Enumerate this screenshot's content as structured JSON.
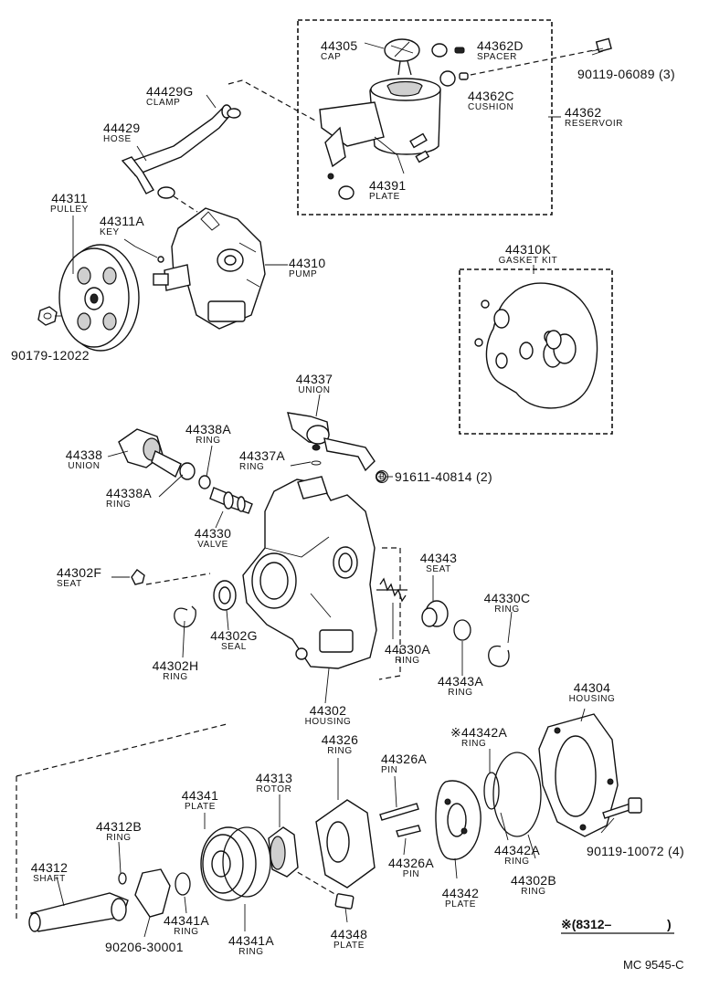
{
  "parts": [
    {
      "id": "44305",
      "num": "44305",
      "name": "CAP"
    },
    {
      "id": "44362D",
      "num": "44362D",
      "name": "SPACER"
    },
    {
      "id": "90119-06089",
      "num": "90119-06089 (3)",
      "name": ""
    },
    {
      "id": "44429G",
      "num": "44429G",
      "name": "CLAMP"
    },
    {
      "id": "44362C",
      "num": "44362C",
      "name": "CUSHION"
    },
    {
      "id": "44362",
      "num": "44362",
      "name": "RESERVOIR"
    },
    {
      "id": "44429",
      "num": "44429",
      "name": "HOSE"
    },
    {
      "id": "44391",
      "num": "44391",
      "name": "PLATE"
    },
    {
      "id": "44311",
      "num": "44311",
      "name": "PULLEY"
    },
    {
      "id": "44311A",
      "num": "44311A",
      "name": "KEY"
    },
    {
      "id": "44310",
      "num": "44310",
      "name": "PUMP"
    },
    {
      "id": "44310K",
      "num": "44310K",
      "name": "GASKET KIT"
    },
    {
      "id": "90179-12022",
      "num": "90179-12022",
      "name": ""
    },
    {
      "id": "44337",
      "num": "44337",
      "name": "UNION"
    },
    {
      "id": "44338A-top",
      "num": "44338A",
      "name": "RING"
    },
    {
      "id": "44338",
      "num": "44338",
      "name": "UNION"
    },
    {
      "id": "44337A",
      "num": "44337A",
      "name": "RING"
    },
    {
      "id": "91611-40814",
      "num": "91611-40814 (2)",
      "name": ""
    },
    {
      "id": "44338A-bot",
      "num": "44338A",
      "name": "RING"
    },
    {
      "id": "44330",
      "num": "44330",
      "name": "VALVE"
    },
    {
      "id": "44302F",
      "num": "44302F",
      "name": "SEAT"
    },
    {
      "id": "44343",
      "num": "44343",
      "name": "SEAT"
    },
    {
      "id": "44330C",
      "num": "44330C",
      "name": "RING"
    },
    {
      "id": "44302G",
      "num": "44302G",
      "name": "SEAL"
    },
    {
      "id": "44302H",
      "num": "44302H",
      "name": "RING"
    },
    {
      "id": "44330A",
      "num": "44330A",
      "name": "RING"
    },
    {
      "id": "44343A",
      "num": "44343A",
      "name": "RING"
    },
    {
      "id": "44302",
      "num": "44302",
      "name": "HOUSING"
    },
    {
      "id": "44304",
      "num": "44304",
      "name": "HOUSING"
    },
    {
      "id": "44326",
      "num": "44326",
      "name": "RING"
    },
    {
      "id": "44342A-top",
      "num": "44342A",
      "name": "RING"
    },
    {
      "id": "44326A-top",
      "num": "44326A",
      "name": "PIN"
    },
    {
      "id": "44313",
      "num": "44313",
      "name": "ROTOR"
    },
    {
      "id": "44341",
      "num": "44341",
      "name": "PLATE"
    },
    {
      "id": "44312B",
      "num": "44312B",
      "name": "RING"
    },
    {
      "id": "90119-10072",
      "num": "90119-10072 (4)",
      "name": ""
    },
    {
      "id": "44342A-bot",
      "num": "44342A",
      "name": "RING"
    },
    {
      "id": "44312",
      "num": "44312",
      "name": "SHAFT"
    },
    {
      "id": "44326A-bot",
      "num": "44326A",
      "name": "PIN"
    },
    {
      "id": "44302B",
      "num": "44302B",
      "name": "RING"
    },
    {
      "id": "44342",
      "num": "44342",
      "name": "PLATE"
    },
    {
      "id": "44341A-left",
      "num": "44341A",
      "name": "RING"
    },
    {
      "id": "44348",
      "num": "44348",
      "name": "PLATE"
    },
    {
      "id": "90206-30001",
      "num": "90206-30001",
      "name": ""
    },
    {
      "id": "44341A-right",
      "num": "44341A",
      "name": "RING"
    }
  ],
  "note": {
    "marker": "※",
    "text": "※(8312–",
    "close": ")"
  },
  "diagram_code": "MC 9545-C",
  "icons": [
    "reservoir-icon",
    "pump-icon",
    "pulley-icon",
    "housing-icon",
    "shaft-icon",
    "rotor-icon",
    "cam-ring-icon",
    "gasket-icon",
    "bolt-icon"
  ]
}
